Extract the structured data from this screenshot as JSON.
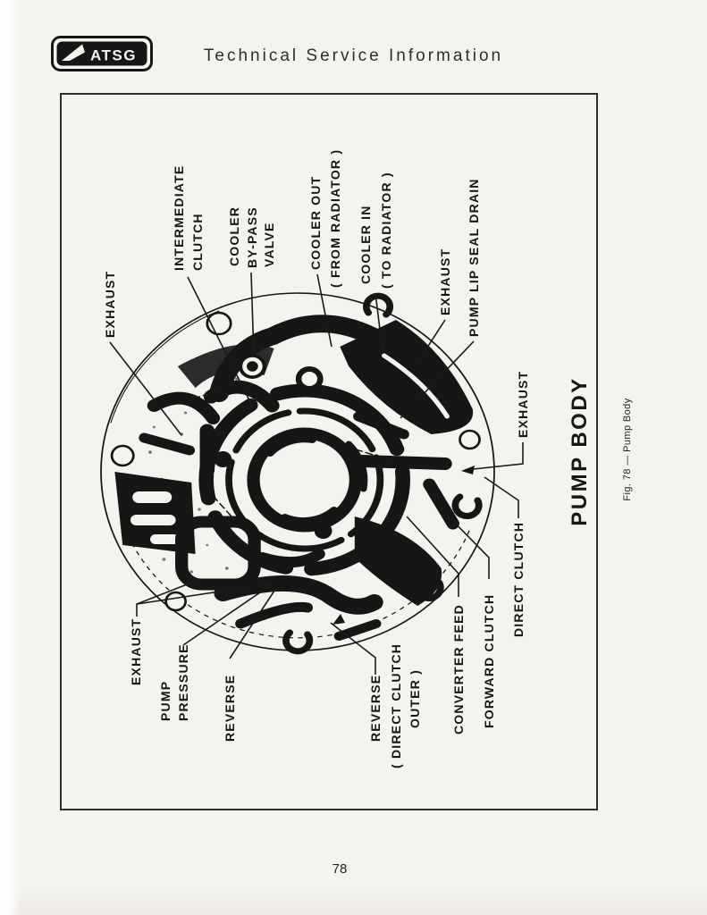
{
  "header": {
    "logo_text": "ATSG",
    "title": "Technical Service Information"
  },
  "figure": {
    "title": "PUMP BODY",
    "caption": "Fig. 78 — Pump Body",
    "callouts": {
      "exhaust_top_left": "EXHAUST",
      "intermediate_clutch": [
        "INTERMEDIATE",
        "CLUTCH"
      ],
      "cooler_bypass_valve": [
        "COOLER",
        "BY-PASS",
        "VALVE"
      ],
      "cooler_out": [
        "COOLER OUT",
        "( FROM RADIATOR )"
      ],
      "cooler_in": [
        "COOLER IN",
        "( TO RADIATOR )"
      ],
      "exhaust_top_right": "EXHAUST",
      "pump_lip_seal_drain": "PUMP LIP SEAL DRAIN",
      "exhaust_right": "EXHAUST",
      "direct_clutch": "DIRECT CLUTCH",
      "forward_clutch": "FORWARD CLUTCH",
      "converter_feed": "CONVERTER FEED",
      "reverse_direct_clutch_outer": [
        "REVERSE",
        "( DIRECT CLUTCH",
        "OUTER )"
      ],
      "reverse": "REVERSE",
      "pump_pressure": [
        "PUMP",
        "PRESSURE"
      ],
      "exhaust_bottom_left": "EXHAUST"
    }
  },
  "page_number": "78",
  "colors": {
    "paper": "#f5f3ee",
    "ink": "#161616"
  }
}
